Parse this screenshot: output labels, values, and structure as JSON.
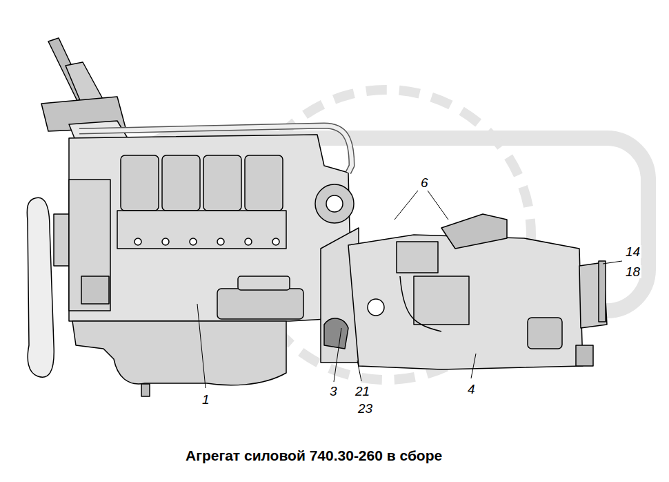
{
  "diagram": {
    "caption": "Агрегат силовой 740.30-260 в сборе",
    "labels": [
      "6",
      "14",
      "18",
      "1",
      "3",
      "21",
      "23",
      "4"
    ]
  }
}
